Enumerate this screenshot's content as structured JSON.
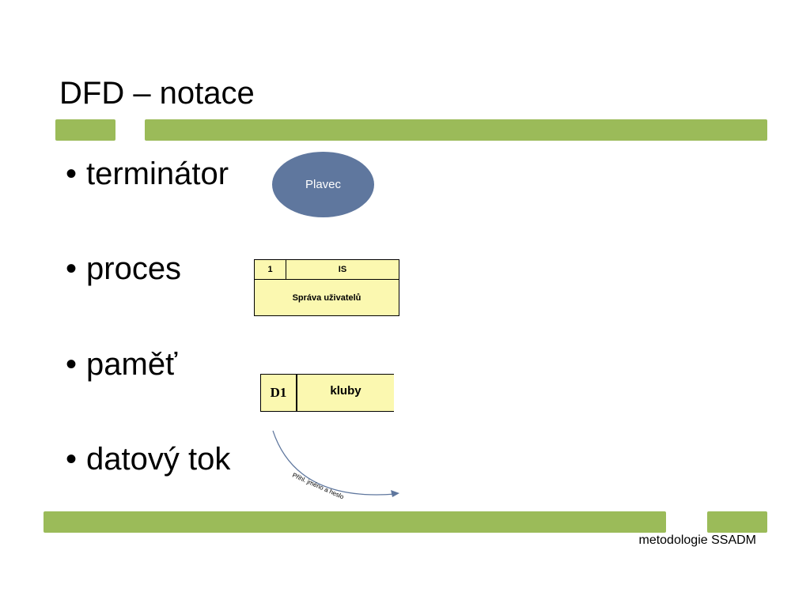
{
  "slide": {
    "title": "DFD – notace",
    "bullets": [
      "terminátor",
      "proces",
      "paměť",
      "datový tok"
    ],
    "bullet_glyph": "•",
    "footer": "metodologie SSADM"
  },
  "notation": {
    "terminator": {
      "label": "Plavec"
    },
    "process": {
      "id": "1",
      "location": "IS",
      "name": "Správa uživatelů"
    },
    "data_store": {
      "id": "D1",
      "name": "kluby"
    },
    "data_flow": {
      "label": "Přihl. jméno a heslo"
    }
  },
  "colors": {
    "accent_bar": "#9bbb59",
    "terminator_fill": "#5f779e",
    "box_fill": "#fbf8b0",
    "flow_line": "#5f779e"
  }
}
